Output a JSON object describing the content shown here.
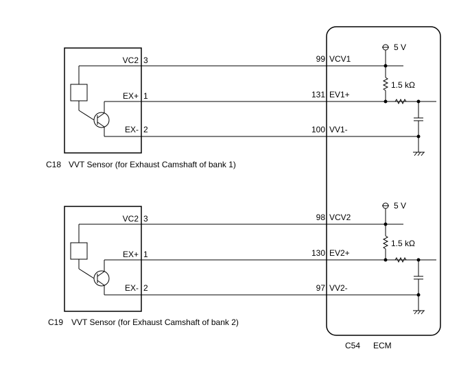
{
  "ecm": {
    "connector": "C54",
    "name": "ECM"
  },
  "sensors": [
    {
      "connector": "C18",
      "name": "VVT Sensor (for Exhaust Camshaft of bank 1)",
      "pins": [
        {
          "label": "VC2",
          "num": "3",
          "ecm_pin": "99",
          "ecm_label": "VCV1"
        },
        {
          "label": "EX+",
          "num": "1",
          "ecm_pin": "131",
          "ecm_label": "EV1+"
        },
        {
          "label": "EX-",
          "num": "2",
          "ecm_pin": "100",
          "ecm_label": "VV1-"
        }
      ],
      "supply": "5 V",
      "resistor": "1.5 kΩ"
    },
    {
      "connector": "C19",
      "name": "VVT Sensor (for Exhaust Camshaft of bank 2)",
      "pins": [
        {
          "label": "VC2",
          "num": "3",
          "ecm_pin": "98",
          "ecm_label": "VCV2"
        },
        {
          "label": "EX+",
          "num": "1",
          "ecm_pin": "130",
          "ecm_label": "EV2+"
        },
        {
          "label": "EX-",
          "num": "2",
          "ecm_pin": "97",
          "ecm_label": "VV2-"
        }
      ],
      "supply": "5 V",
      "resistor": "1.5 kΩ"
    }
  ]
}
